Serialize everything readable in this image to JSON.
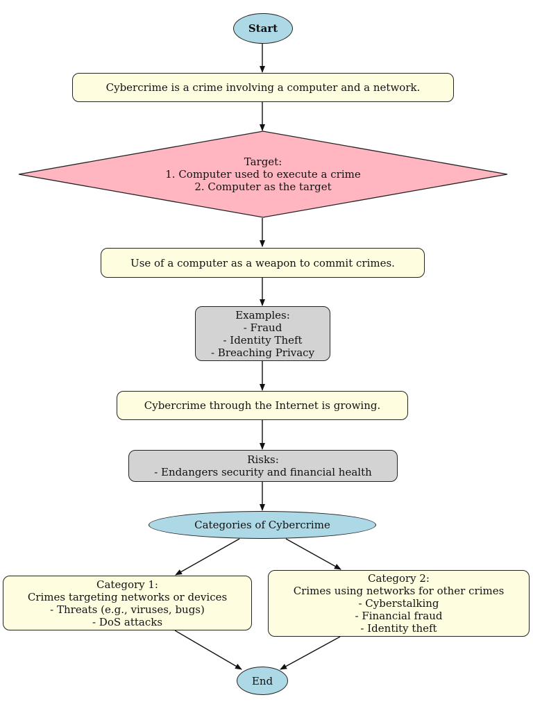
{
  "nodes": {
    "start": "Start",
    "definition": "Cybercrime is a crime involving a computer and a network.",
    "target": {
      "heading": "Target:",
      "items": [
        "1. Computer used to execute a crime",
        "2. Computer as the target"
      ]
    },
    "weapon": "Use of a computer as a weapon to commit crimes.",
    "examples": {
      "heading": "Examples:",
      "items": [
        "- Fraud",
        "- Identity Theft",
        "- Breaching Privacy"
      ]
    },
    "growth": "Cybercrime through the Internet is growing.",
    "risks": {
      "heading": "Risks:",
      "items": [
        "- Endangers security and financial health"
      ]
    },
    "categories": "Categories of Cybercrime",
    "category1": {
      "heading": "Category 1:",
      "items": [
        "Crimes targeting networks or devices",
        "- Threats (e.g., viruses, bugs)",
        "- DoS attacks"
      ]
    },
    "category2": {
      "heading": "Category 2:",
      "items": [
        "Crimes using networks for other crimes",
        "- Cyberstalking",
        "- Financial fraud",
        "- Identity theft"
      ]
    },
    "end": "End"
  },
  "colors": {
    "terminal": "#add8e6",
    "process": "#fffde0",
    "decision": "#ffb6c1",
    "info": "#d3d3d3",
    "edge": "#111111"
  }
}
